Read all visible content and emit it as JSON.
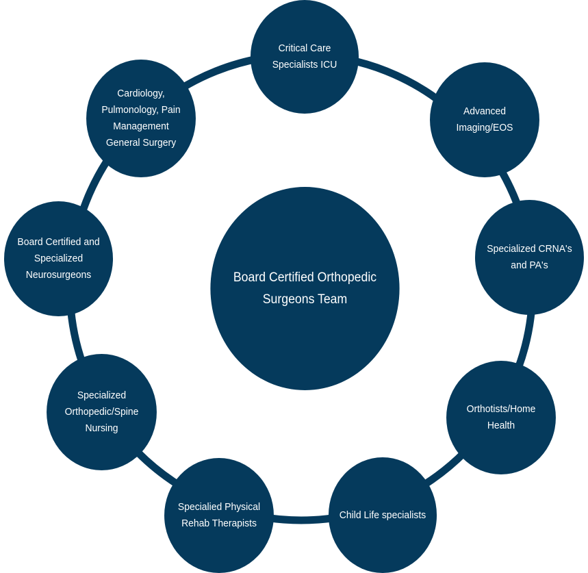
{
  "colors": {
    "node_fill": "#053a5c",
    "ring_stroke": "#053a5c",
    "text": "#ffffff",
    "background": "#ffffff"
  },
  "center": {
    "label": "Board Certified Orthopedic\nSurgeons Team"
  },
  "nodes": [
    {
      "label": "Critical Care\nSpecialists ICU"
    },
    {
      "label": "Advanced\nImaging/EOS"
    },
    {
      "label": "Specialized CRNA's\nand PA's"
    },
    {
      "label": "Orthotists/Home\nHealth"
    },
    {
      "label": "Child Life specialists"
    },
    {
      "label": "Specialied Physical\nRehab Therapists"
    },
    {
      "label": "Specialized\nOrthopedic/Spine\nNursing"
    },
    {
      "label": "Board Certified and\nSpecialized\nNeurosurgeons"
    },
    {
      "label": "Cardiology,\nPulmonology, Pain\nManagement\nGeneral Surgery"
    }
  ]
}
